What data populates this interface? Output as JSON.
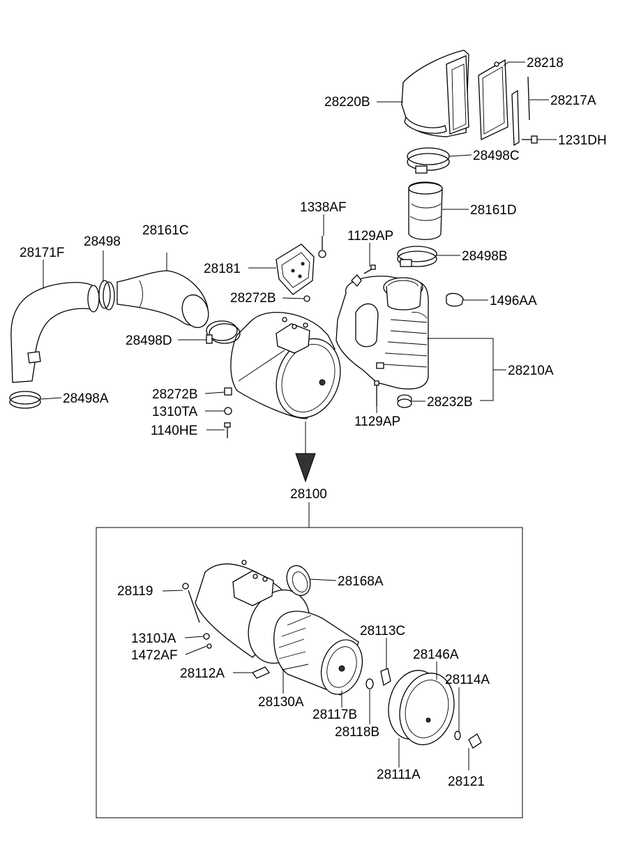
{
  "diagram": {
    "assembly_callout": "28100",
    "labels": {
      "28218": "28218",
      "28220B": "28220B",
      "28217A": "28217A",
      "1231DH": "1231DH",
      "28498C": "28498C",
      "28161D": "28161D",
      "1338AF": "1338AF",
      "1129AP_top": "1129AP",
      "28161C": "28161C",
      "28498": "28498",
      "28171F": "28171F",
      "28498B": "28498B",
      "28181": "28181",
      "1496AA": "1496AA",
      "28272B_top": "28272B",
      "28498D": "28498D",
      "28210A": "28210A",
      "28272B_bottom": "28272B",
      "28232B": "28232B",
      "28498A": "28498A",
      "1310TA": "1310TA",
      "1129AP_bottom": "1129AP",
      "1140HE": "1140HE",
      "28168A": "28168A",
      "28119": "28119",
      "28113C": "28113C",
      "28146A": "28146A",
      "1310JA": "1310JA",
      "28114A": "28114A",
      "1472AF": "1472AF",
      "28112A": "28112A",
      "28130A": "28130A",
      "28117B": "28117B",
      "28118B": "28118B",
      "28111A": "28111A",
      "28121": "28121"
    }
  }
}
